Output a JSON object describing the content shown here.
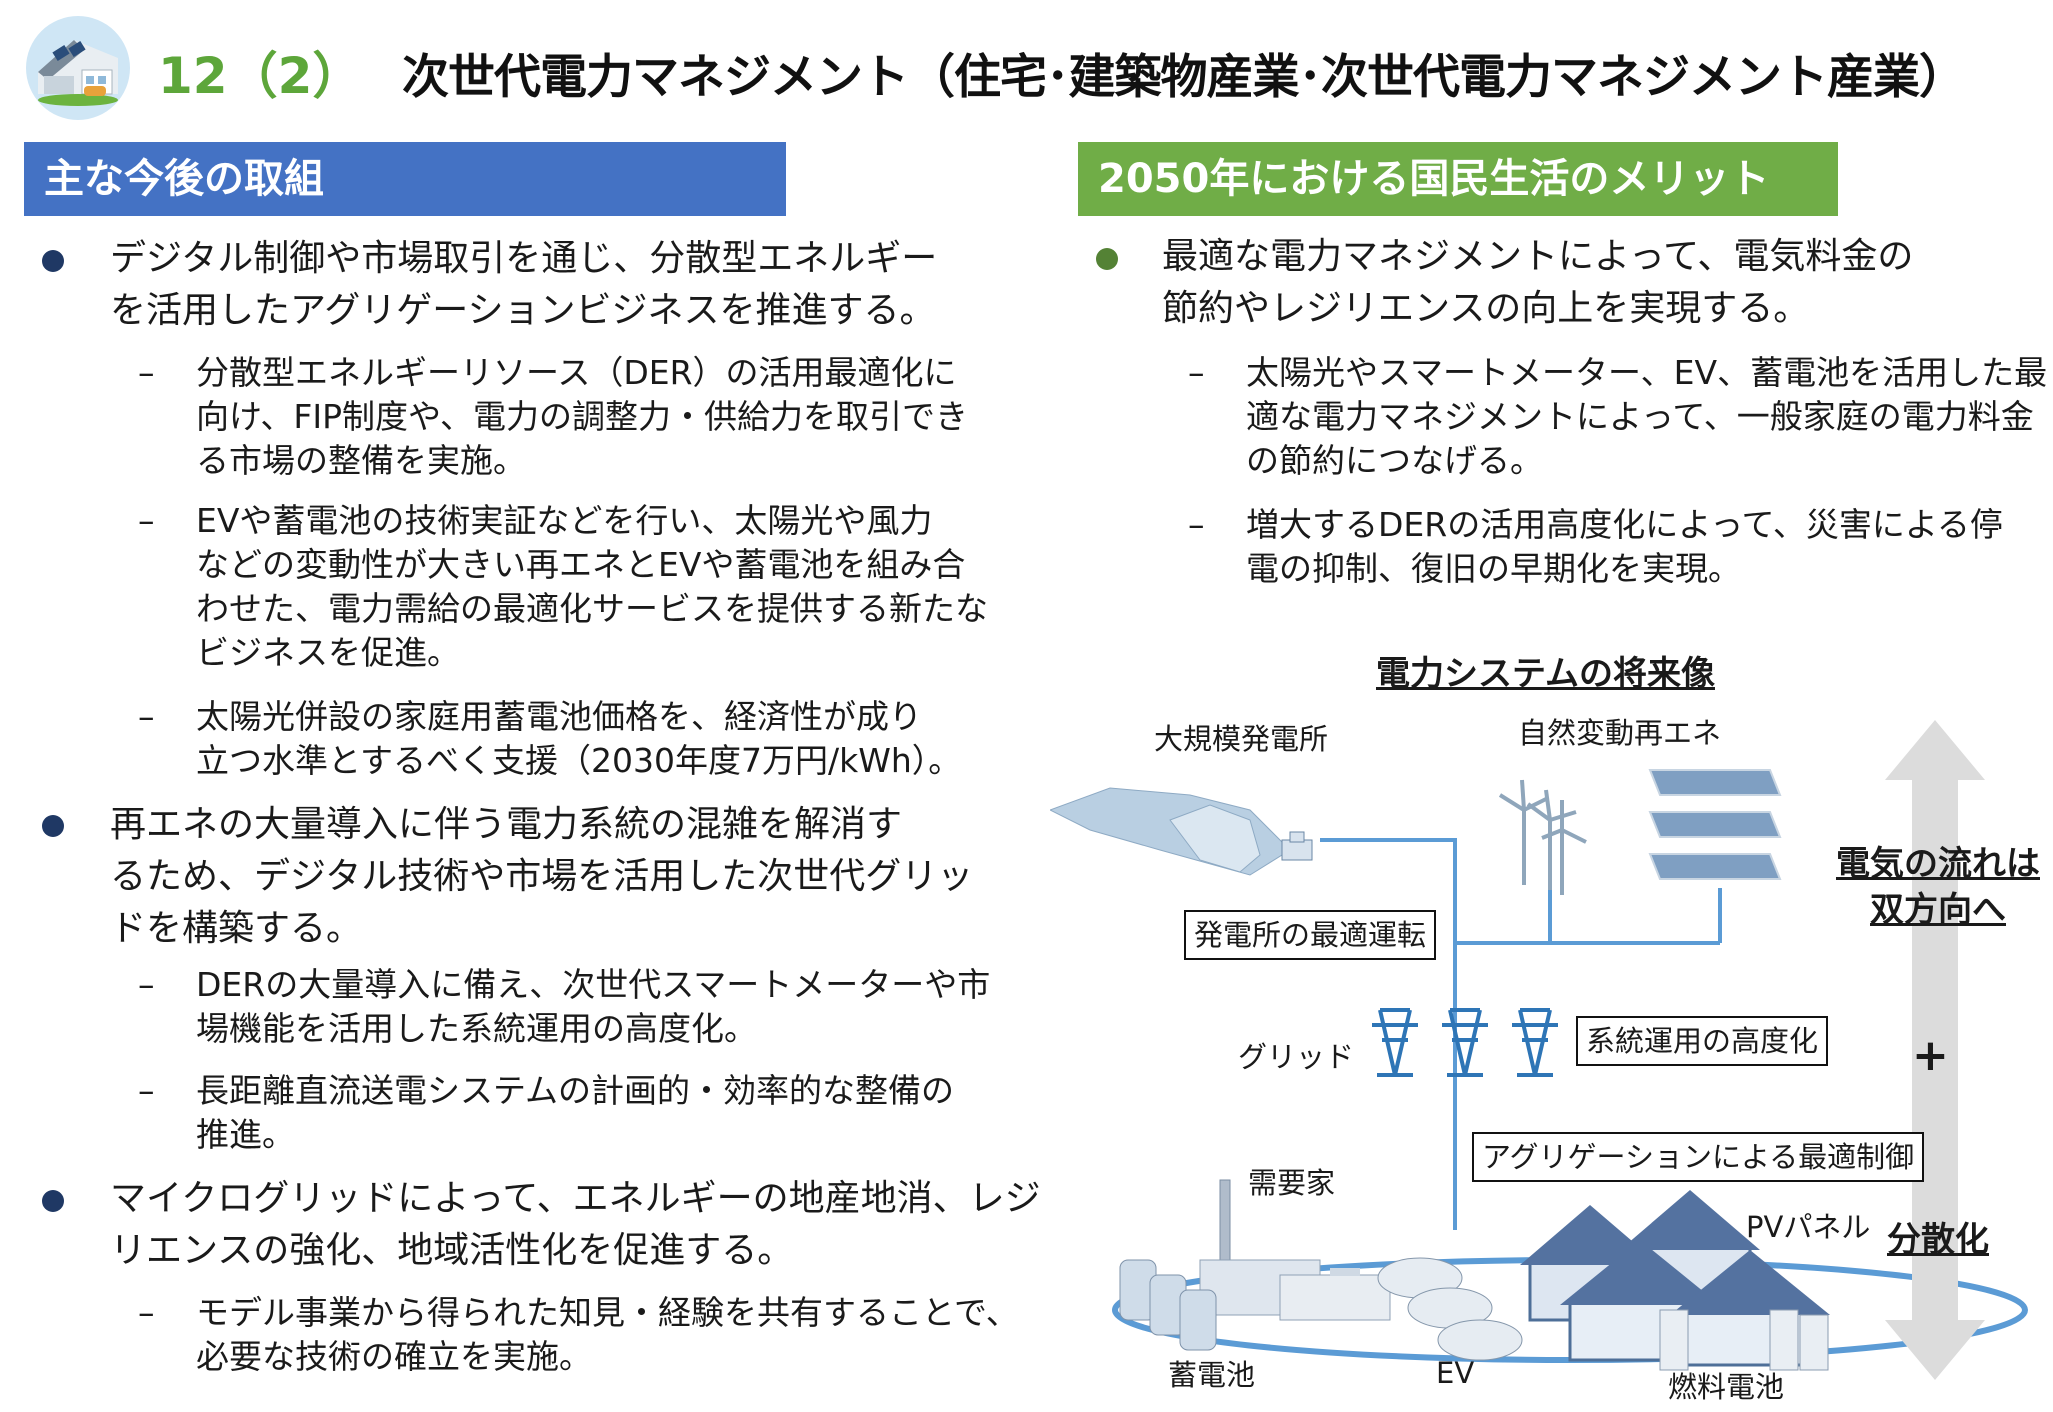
{
  "header": {
    "number": "12（2）",
    "title": "次世代電力マネジメント（住宅･建築物産業･次世代電力マネジメント産業）"
  },
  "left": {
    "heading": "主な今後の取組",
    "bullets": [
      {
        "lines": [
          "デジタル制御や市場取引を通じ、分散型エネルギー",
          "を活用したアグリゲーションビジネスを推進する。"
        ],
        "subs": [
          [
            "分散型エネルギーリソース（DER）の活用最適化に",
            "向け、FIP制度や、電力の調整力・供給力を取引でき",
            "る市場の整備を実施。"
          ],
          [
            "EVや蓄電池の技術実証などを行い、太陽光や風力",
            "などの変動性が大きい再エネとEVや蓄電池を組み合",
            "わせた、電力需給の最適化サービスを提供する新たな",
            "ビジネスを促進。"
          ],
          [
            "太陽光併設の家庭用蓄電池価格を、経済性が成り",
            "立つ水準とするべく支援（2030年度7万円/kWh）。"
          ]
        ]
      },
      {
        "lines": [
          "再エネの大量導入に伴う電力系統の混雑を解消す",
          "るため、デジタル技術や市場を活用した次世代グリッ",
          "ドを構築する。"
        ],
        "subs": [
          [
            "DERの大量導入に備え、次世代スマートメーターや市",
            "場機能を活用した系統運用の高度化。"
          ],
          [
            "長距離直流送電システムの計画的・効率的な整備の",
            "推進。"
          ]
        ]
      },
      {
        "lines": [
          "マイクログリッドによって、エネルギーの地産地消、レジ",
          "リエンスの強化、地域活性化を促進する。"
        ],
        "subs": [
          [
            "モデル事業から得られた知見・経験を共有することで、",
            "必要な技術の確立を実施。"
          ]
        ]
      }
    ]
  },
  "right": {
    "heading": "2050年における国民生活のメリット",
    "bullet_lines": [
      "最適な電力マネジメントによって、電気料金の",
      "節約やレジリエンスの向上を実現する。"
    ],
    "subs": [
      [
        "太陽光やスマートメーター、EV、蓄電池を活用した最",
        "適な電力マネジメントによって、一般家庭の電力料金",
        "の節約につなげる。"
      ],
      [
        "増大するDERの活用高度化によって、災害による停",
        "電の抑制、復旧の早期化を実現。"
      ]
    ]
  },
  "diagram": {
    "title": "電力システムの将来像",
    "labels": {
      "large_plant": "大規模発電所",
      "renewable": "自然変動再エネ",
      "grid": "グリッド",
      "consumer": "需要家",
      "pv": "PVパネル",
      "battery": "蓄電池",
      "ev": "EV",
      "fuel_cell": "燃料電池"
    },
    "boxes": {
      "plant_opt": "発電所の最適運転",
      "grid_opt": "系統運用の高度化",
      "aggregation": "アグリゲーションによる最適制御"
    },
    "side": {
      "flow_line1": "電気の流れは",
      "flow_line2": "双方向へ",
      "plus": "+",
      "decentral": "分散化"
    }
  },
  "colors": {
    "left_bar": "#4472c4",
    "right_bar": "#70ad47",
    "title_number": "#5da63a",
    "grid_line": "#5b9bd5"
  }
}
